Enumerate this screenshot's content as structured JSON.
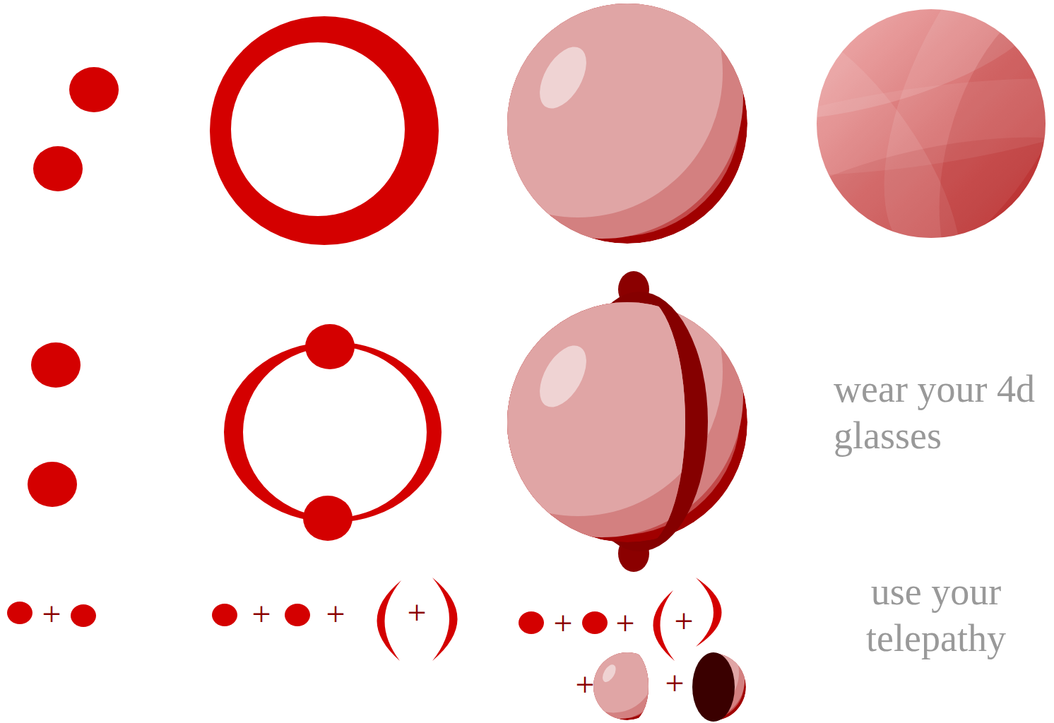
{
  "diagram": {
    "labels": [
      "wear your 4d glasses",
      "+",
      "+",
      "+",
      "+",
      "+",
      "+",
      "+",
      "+",
      "+",
      "use your telepathy"
    ]
  }
}
